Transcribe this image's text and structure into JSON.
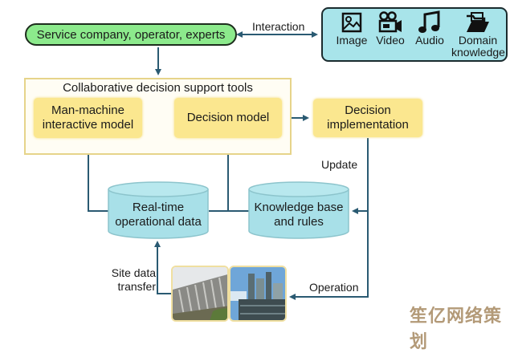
{
  "actors": {
    "label": "Service company, operator, experts"
  },
  "interaction": {
    "label": "Interaction"
  },
  "media": {
    "items": [
      {
        "icon": "image-icon",
        "label": "Image"
      },
      {
        "icon": "video-camera-icon",
        "label": "Video"
      },
      {
        "icon": "music-note-icon",
        "label": "Audio"
      },
      {
        "icon": "folder-icon",
        "label": "Domain",
        "label2": "knowledge"
      }
    ]
  },
  "tools": {
    "title": "Collaborative decision support tools",
    "man_machine": {
      "line1": "Man-machine",
      "line2": "interactive model"
    },
    "decision_model": "Decision model"
  },
  "implementation": {
    "line1": "Decision",
    "line2": "implementation"
  },
  "update": "Update",
  "realtime": {
    "line1": "Real-time",
    "line2": "operational data"
  },
  "knowledge": {
    "line1": "Knowledge base",
    "line2": "and rules"
  },
  "site_transfer": {
    "line1": "Site data",
    "line2": "transfer"
  },
  "operation": "Operation",
  "watermark": "笙亿网络策划",
  "colors": {
    "arrow": "#2a5a72",
    "green": "#8cea8c",
    "cyan": "#a8e4ea",
    "yellow": "#fbe78f"
  }
}
